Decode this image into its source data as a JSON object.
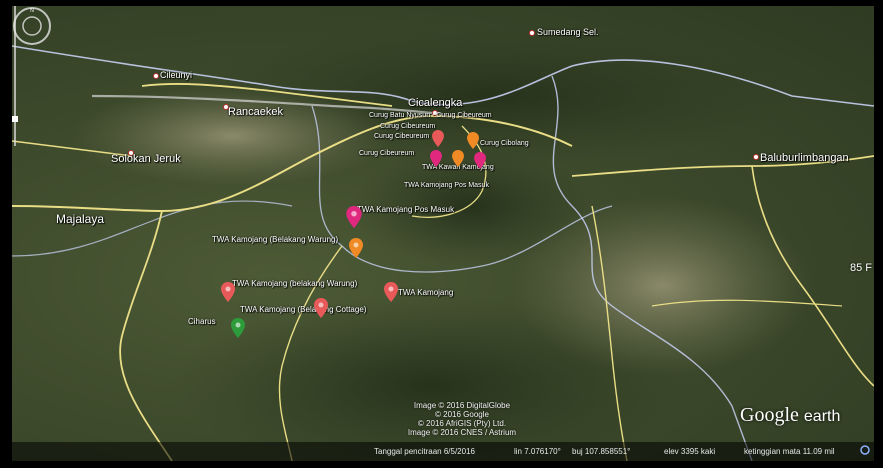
{
  "colors": {
    "road": "#e9dd86",
    "boundary": "#cfd8ff",
    "highway": "#d9d9d9"
  },
  "towns": [
    {
      "id": "sumedang",
      "label": "Sumedang Sel."
    },
    {
      "id": "cileunyi",
      "label": "Cileunyi"
    },
    {
      "id": "rancaekek",
      "label": "Rancaekek"
    },
    {
      "id": "cicalengka",
      "label": "Cicalengka"
    },
    {
      "id": "solokan",
      "label": "Solokan Jeruk"
    },
    {
      "id": "majalaya",
      "label": "Majalaya"
    },
    {
      "id": "balubur",
      "label": "Baluburlimbangan"
    },
    {
      "id": "ciharus",
      "label": "Ciharus"
    }
  ],
  "pois": {
    "pos_masuk_main": "TWA Kamojang Pos Masuk",
    "belakang_warung_1": "TWA Kamojang (Belakang Warung)",
    "belakang_warung_2": "TWA Kamojang (belakang Warung)",
    "belakang_cottage": "TWA Kamojang (Belakang Cottage)",
    "kamojang": "TWA Kamojang",
    "cluster_1": "Curug Batu Nyusun - Curug Cibeureum",
    "cluster_2": "Curug Cibeureum",
    "cluster_3": "Curug Cibeureum",
    "cluster_4": "Curug Cibolang",
    "cluster_5": "Curug Cibeureum",
    "cluster_6": "TWA Kawah Kamojang",
    "cluster_7": "TWA Kamojang Pos Masuk"
  },
  "pins": [
    {
      "name": "pin-pos-masuk",
      "color": "#e0287f"
    },
    {
      "name": "pin-belakang-warung-orange",
      "color": "#f08a24"
    },
    {
      "name": "pin-belakang-warung-red",
      "color": "#e85a5a"
    },
    {
      "name": "pin-cottage",
      "color": "#e85a5a"
    },
    {
      "name": "pin-kamojang",
      "color": "#e85a5a"
    },
    {
      "name": "pin-ciharus",
      "color": "#2e9b3a"
    },
    {
      "name": "pin-cluster-pink-1",
      "color": "#e0287f"
    },
    {
      "name": "pin-cluster-red-1",
      "color": "#e85a5a"
    },
    {
      "name": "pin-cluster-orange-1",
      "color": "#f08a24"
    },
    {
      "name": "pin-cluster-pink-2",
      "color": "#e0287f"
    },
    {
      "name": "pin-cluster-orange-2",
      "color": "#f08a24"
    }
  ],
  "copyright": [
    "Image © 2016 DigitalGlobe",
    "© 2016 Google",
    "© 2016 AfriGIS (Pty) Ltd.",
    "Image © 2016 CNES / Astrium"
  ],
  "logo": {
    "main": "Google",
    "sub": "earth"
  },
  "status": {
    "imagery_date": "Tanggal pencitraan 6/5/2016",
    "lat": "lin  7.076170° ",
    "lon": "buj 107.858551°",
    "elev": "elev  3395 kaki",
    "eye_alt": "ketinggian mata  11.09 mil"
  },
  "altitude_readout": "85 F"
}
